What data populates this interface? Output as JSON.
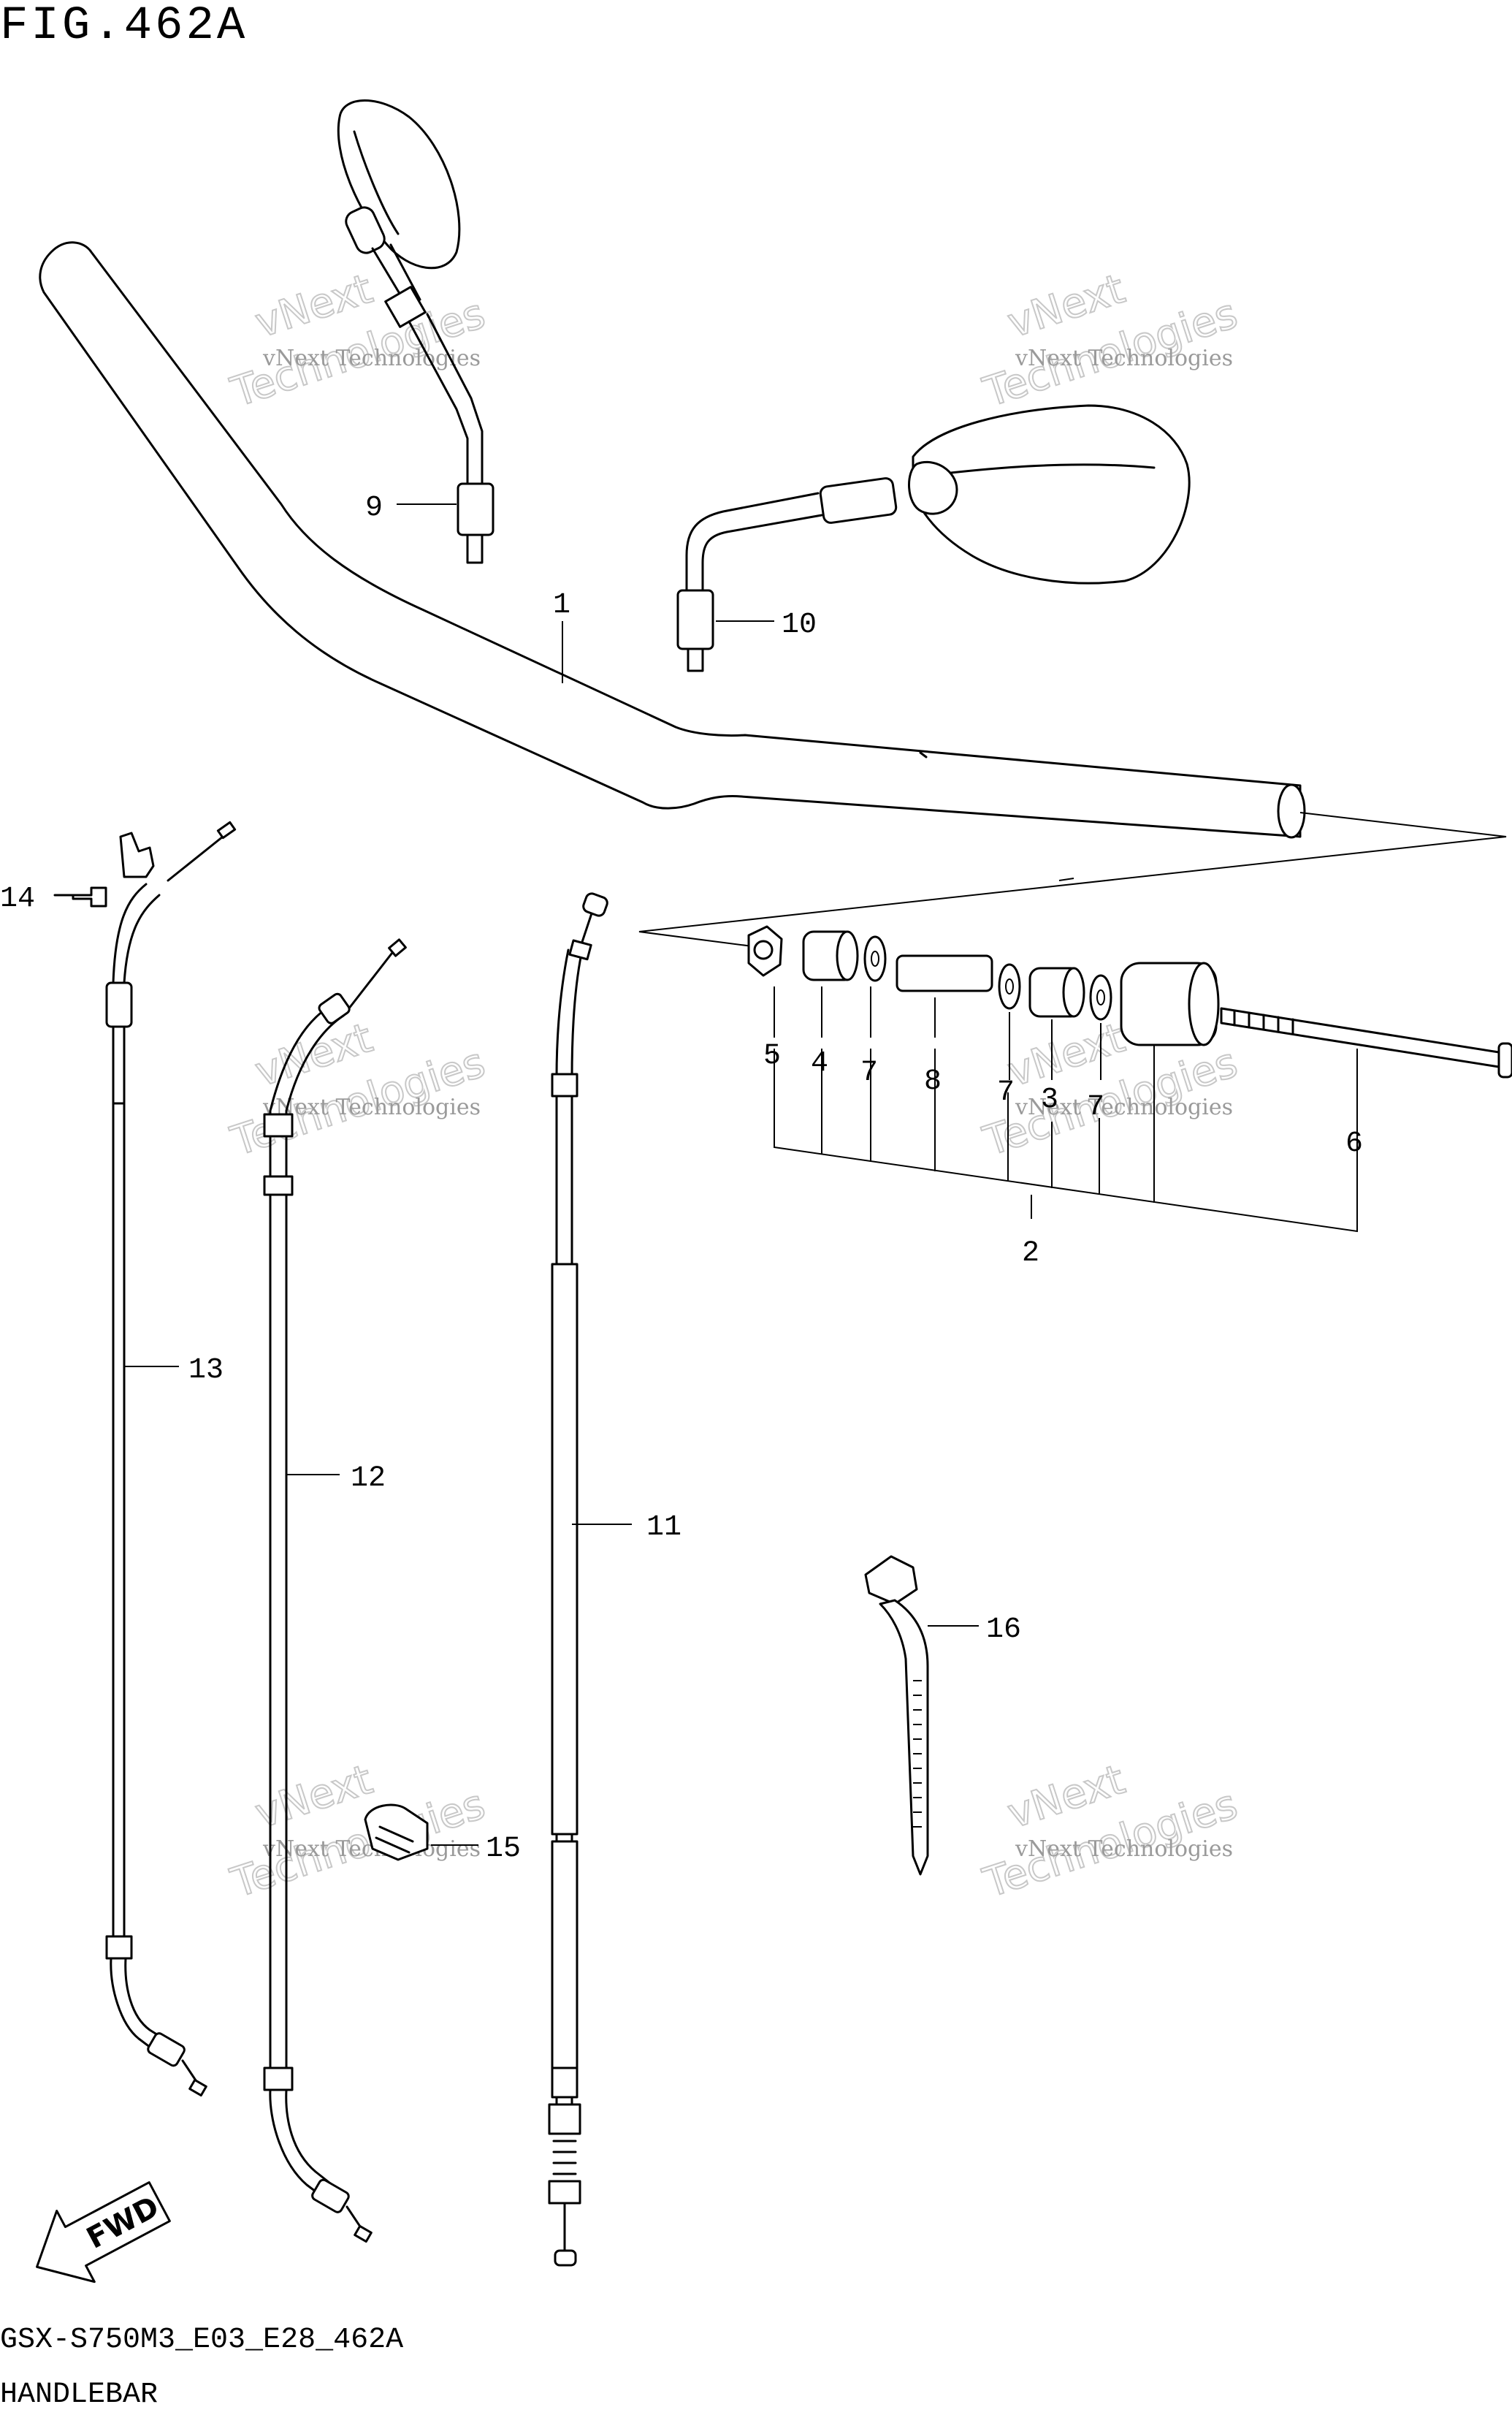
{
  "header": {
    "figure_label": "FIG.462A"
  },
  "footer": {
    "model_code": "GSX-S750M3_E03_E28_462A",
    "section_name": "HANDLEBAR"
  },
  "watermark": {
    "line1": "vNext Technologies",
    "line2": "vNext",
    "line3": "Technologies"
  },
  "direction_badge": {
    "text": "FWD"
  },
  "callouts": {
    "c1": "1",
    "c2": "2",
    "c3": "3",
    "c4": "4",
    "c5": "5",
    "c6": "6",
    "c7a": "7",
    "c7b": "7",
    "c7c": "7",
    "c8": "8",
    "c9": "9",
    "c10": "10",
    "c11": "11",
    "c12": "12",
    "c13": "13",
    "c14": "14",
    "c15": "15",
    "c16": "16"
  }
}
